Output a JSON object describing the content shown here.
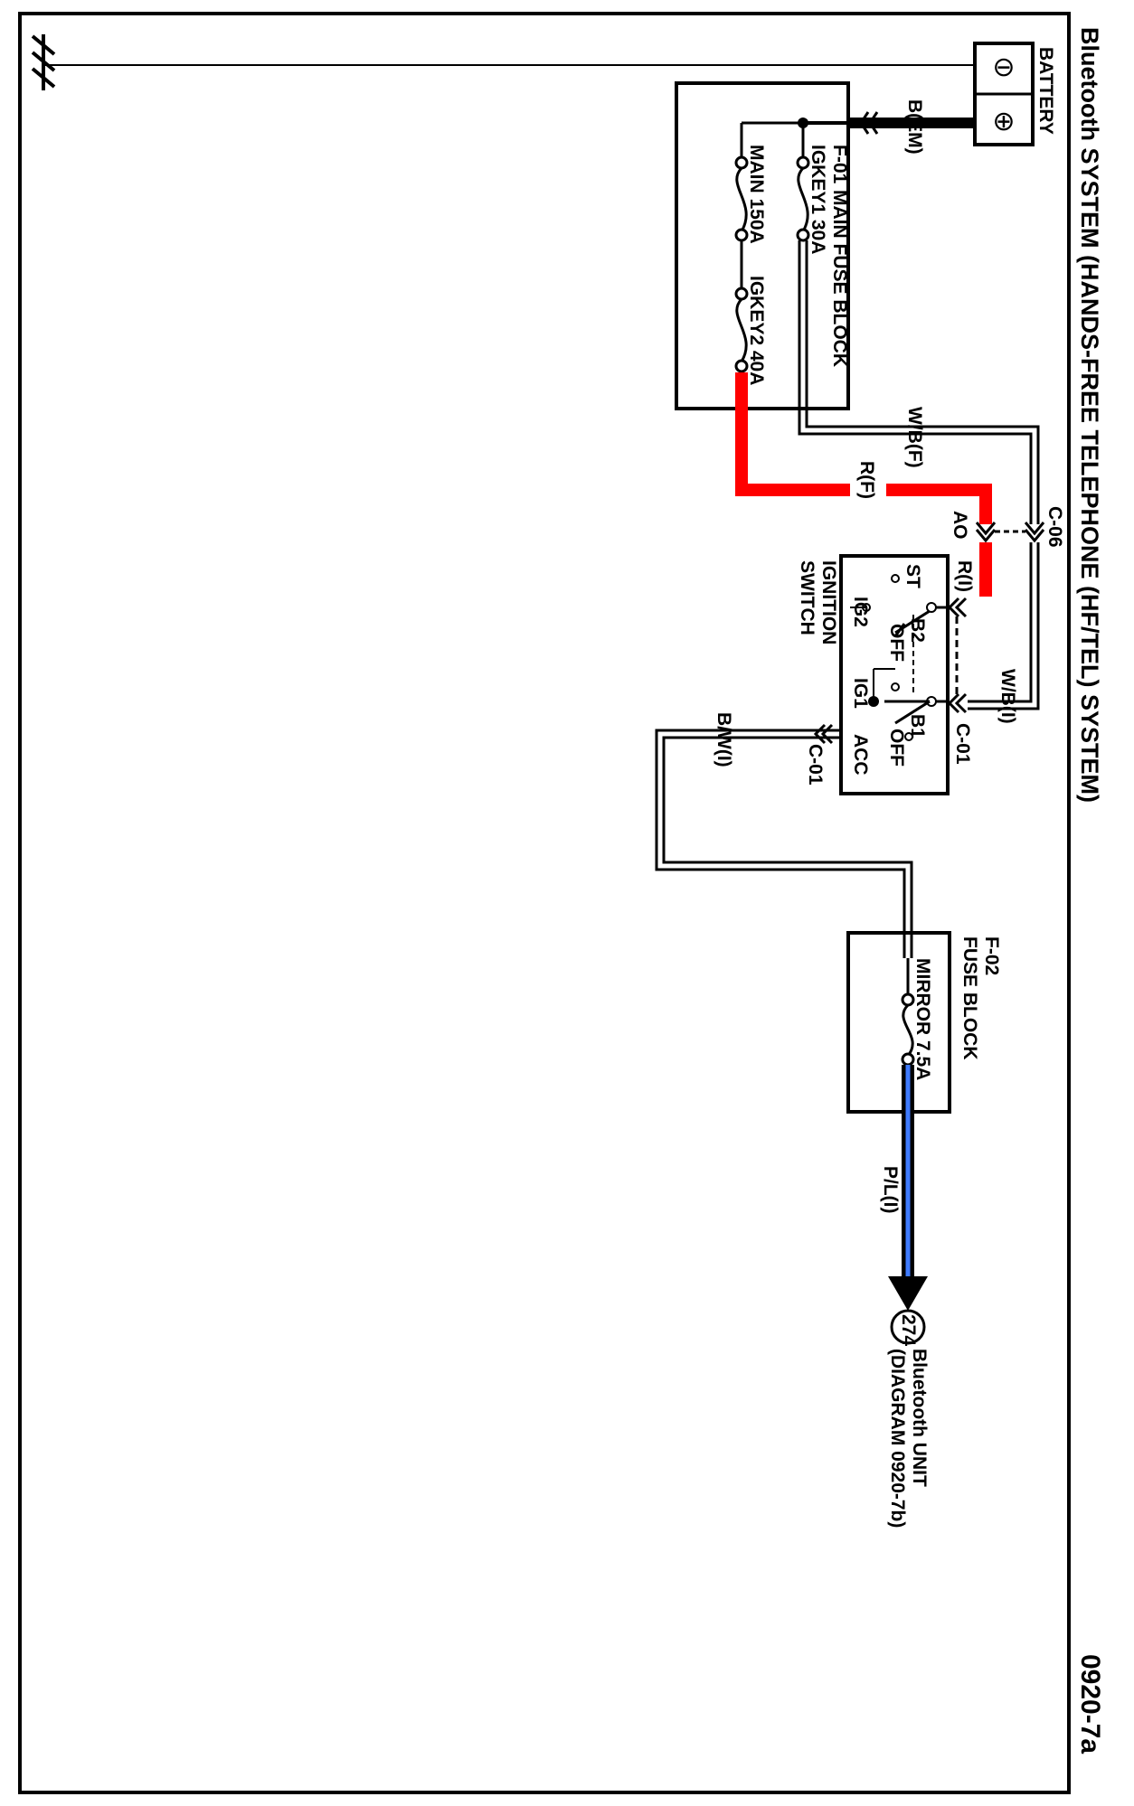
{
  "title": "Bluetooth SYSTEM (HANDS-FREE TELEPHONE (HF/TEL) SYSTEM)",
  "page_id": "0920-7a",
  "battery": {
    "label": "BATTERY",
    "neg_symbol": "⊖",
    "pos_symbol": "⊕"
  },
  "wires": {
    "battery_wire": "B(EM)",
    "igkey1_wire": "W/B(F)",
    "igkey2_wire": "R(F)",
    "ign_in_red": "R(I)",
    "ign_in_wb": "W/B(I)",
    "acc_out": "B/W(I)",
    "mirror_out": "P/L(I)"
  },
  "connectors": {
    "main_fuse_conn": "F-01",
    "joint_conn": "C-06",
    "joint_conn_extra": "AO",
    "ign_conn_in": "C-01",
    "ign_conn_out": "C-01"
  },
  "main_fuse_block": {
    "label": "MAIN FUSE BLOCK",
    "fuses": [
      "IGKEY1 30A",
      "MAIN 150A",
      "IGKEY2 40A"
    ]
  },
  "ignition_switch": {
    "label_line1": "IGNITION",
    "label_line2": "SWITCH",
    "terminals": [
      "ST",
      "IG2",
      "B2",
      "OFF",
      "IG1",
      "B1",
      "OFF",
      "ACC"
    ]
  },
  "fuse_block": {
    "conn": "F-02",
    "label": "FUSE BLOCK",
    "fuse": "MIRROR 7.5A"
  },
  "destination": {
    "ref": "274",
    "line1": "Bluetooth UNIT",
    "line2": "(DIAGRAM 0920-7b)"
  },
  "colors": {
    "red_wire": "#ff0000",
    "blue_wire": "#3f7bff",
    "ink": "#000000"
  }
}
